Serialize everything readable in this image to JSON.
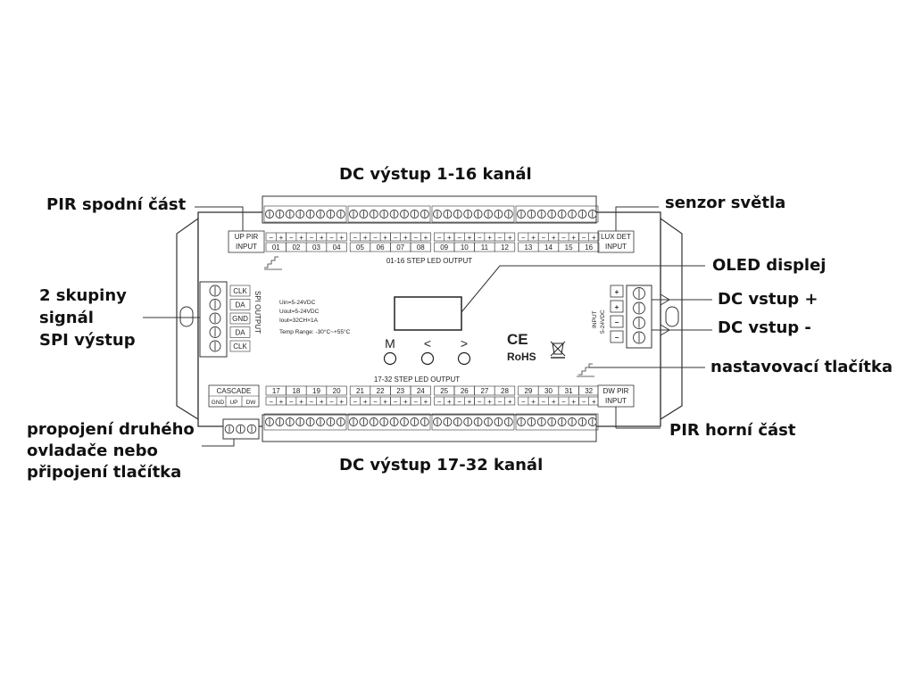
{
  "callouts": {
    "top_output": "DC výstup 1-16 kanál",
    "pir_bottom": "PIR spodní část",
    "light_sensor": "senzor světla",
    "oled": "OLED displej",
    "spi_line1": "2 skupiny",
    "spi_line2": "signál",
    "spi_line3": "SPI výstup",
    "dc_in_plus": "DC vstup +",
    "dc_in_minus": "DC vstup -",
    "buttons": "nastavovací tlačítka",
    "pir_top": "PIR horní část",
    "cascade_line1": "propojení druhého",
    "cascade_line2": "ovladače nebo",
    "cascade_line3": "připojení tlačítka",
    "bottom_output": "DC výstup 17-32 kanál"
  },
  "device": {
    "up_pir_line1": "UP PIR",
    "up_pir_line2": "INPUT",
    "lux_line1": "LUX DET",
    "lux_line2": "INPUT",
    "dw_pir_line1": "DW PIR",
    "dw_pir_line2": "INPUT",
    "cascade_label": "CASCADE",
    "cascade_pins": [
      "GND",
      "UP",
      "DW"
    ],
    "top_channels": [
      "01",
      "02",
      "03",
      "04",
      "05",
      "06",
      "07",
      "08",
      "09",
      "10",
      "11",
      "12",
      "13",
      "14",
      "15",
      "16"
    ],
    "bottom_channels": [
      "17",
      "18",
      "19",
      "20",
      "21",
      "22",
      "23",
      "24",
      "25",
      "26",
      "27",
      "28",
      "29",
      "30",
      "31",
      "32"
    ],
    "top_output_label": "01-16 STEP LED OUTPUT",
    "bottom_output_label": "17-32 STEP LED OUTPUT",
    "spi_pins": [
      "CLK",
      "DA",
      "GND",
      "DA",
      "CLK"
    ],
    "spi_label": "SPI OUTPUT",
    "specs": [
      "Uin=5-24VDC",
      "Uout=5-24VDC",
      "Iout=32CH×1A",
      "Temp Range: -30°C~+55°C"
    ],
    "buttons": [
      "M",
      "<",
      ">"
    ],
    "ce_mark": "CE",
    "rohs_mark": "RoHS",
    "input_label": "INPUT",
    "input_voltage": "5-24VDC",
    "input_pins": [
      "+",
      "+",
      "−",
      "−"
    ],
    "plus": "+",
    "minus": "−"
  }
}
